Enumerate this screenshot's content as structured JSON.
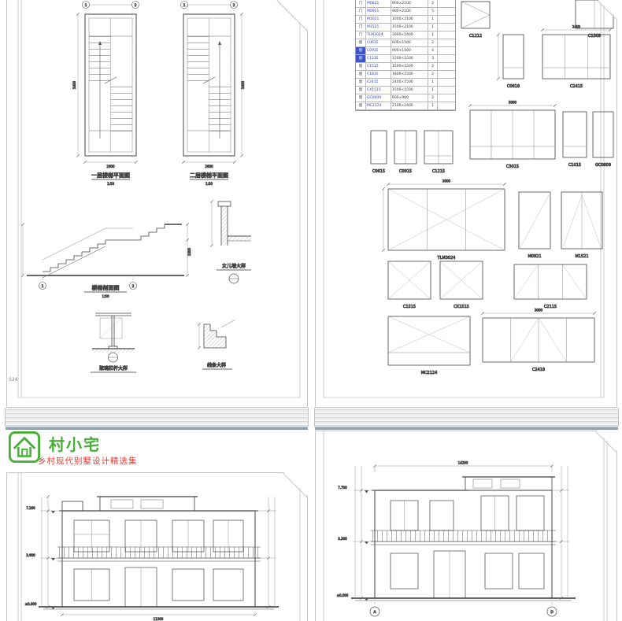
{
  "colors": {
    "brand_green": "#45b035",
    "brand_red": "#e8372c",
    "label_blue": "#2b3bbf",
    "dim_blue": "#4a6fae"
  },
  "brand": {
    "name": "村小宅",
    "tagline": "乡村现代别墅设计精选集"
  },
  "top_left_page": {
    "caption_plan1": "一层楼梯平面图",
    "caption_plan2": "二层楼梯平面图",
    "caption_section": "楼梯剖面图",
    "caption_parapet": "女儿墙大样",
    "caption_rail": "玻璃栏杆大样",
    "caption_trim": "线条大样",
    "scale": "1:50",
    "page_number": "024",
    "plan_bubbles": [
      "1",
      "2"
    ],
    "dims": {
      "plan_w": "2600",
      "plan_h": "5400",
      "floor_h": "3300"
    }
  },
  "schedule": {
    "rows": [
      [
        "门",
        "M0821",
        "800×2100",
        "2",
        ""
      ],
      [
        "门",
        "M0921",
        "900×2100",
        "5",
        ""
      ],
      [
        "门",
        "M1021",
        "1000×2100",
        "1",
        ""
      ],
      [
        "门",
        "M1521",
        "1500×2100",
        "1",
        ""
      ],
      [
        "门",
        "TLM3024",
        "3000×2400",
        "1",
        ""
      ],
      [
        "窗",
        "C0615",
        "600×1500",
        "2",
        ""
      ],
      [
        "窗",
        "C0915",
        "900×1500",
        "4",
        ""
      ],
      [
        "窗",
        "C1215",
        "1200×1500",
        "3",
        ""
      ],
      [
        "窗",
        "C1515",
        "1500×1500",
        "2",
        ""
      ],
      [
        "窗",
        "C1815",
        "1800×1500",
        "2",
        ""
      ],
      [
        "窗",
        "C2415",
        "2400×1500",
        "1",
        ""
      ],
      [
        "窗",
        "CX1515",
        "1500×1500",
        "1",
        ""
      ],
      [
        "窗",
        "GC0609",
        "600×900",
        "2",
        ""
      ],
      [
        "窗",
        "MC2124",
        "2100×2400",
        "1",
        ""
      ]
    ]
  },
  "window_labels": [
    "C1212",
    "C1509",
    "C0618",
    "C2415",
    "C0615",
    "C0915",
    "C1215",
    "C3015",
    "C1015",
    "GC0609",
    "TLM3024",
    "M0921",
    "M1521",
    "C1515",
    "CX1515",
    "C2115",
    "MC2124",
    "C2418"
  ],
  "dims": {
    "d2400": "2400",
    "d3000": "3000"
  },
  "bottom_left_page": {
    "levels": [
      "7.200",
      "3.600",
      "±0.000"
    ],
    "total_width": "11300"
  },
  "bottom_right_page": {
    "levels": [
      "7.700",
      "3.300",
      "±0.000"
    ],
    "axes": [
      "A",
      "D"
    ],
    "total_width": "14200"
  }
}
